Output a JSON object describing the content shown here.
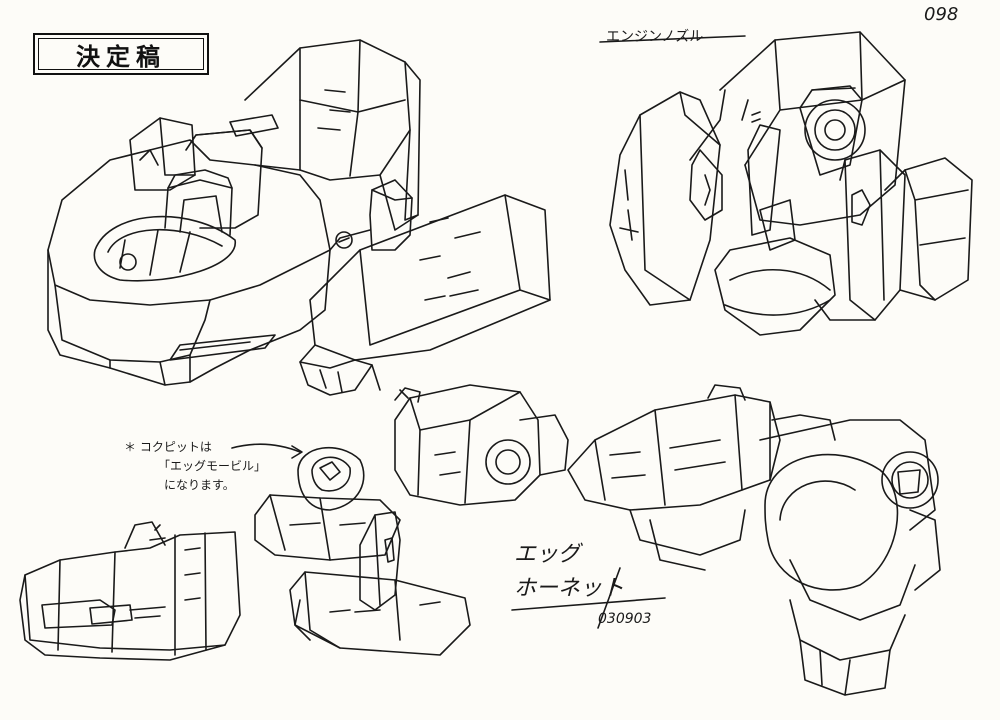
{
  "sheet": {
    "page_number": "098",
    "stamp": "決定稿",
    "callout_engine_nozzle": "エンジンノズル",
    "note_lines": [
      "＊ コクピットは",
      "「エッグモービル」",
      "になります。"
    ],
    "vehicle_name_lines": [
      "エッグ",
      "ホーネット"
    ],
    "date": "030903",
    "colors": {
      "paper": "#fdfcf8",
      "ink": "#1a1a1a"
    }
  }
}
